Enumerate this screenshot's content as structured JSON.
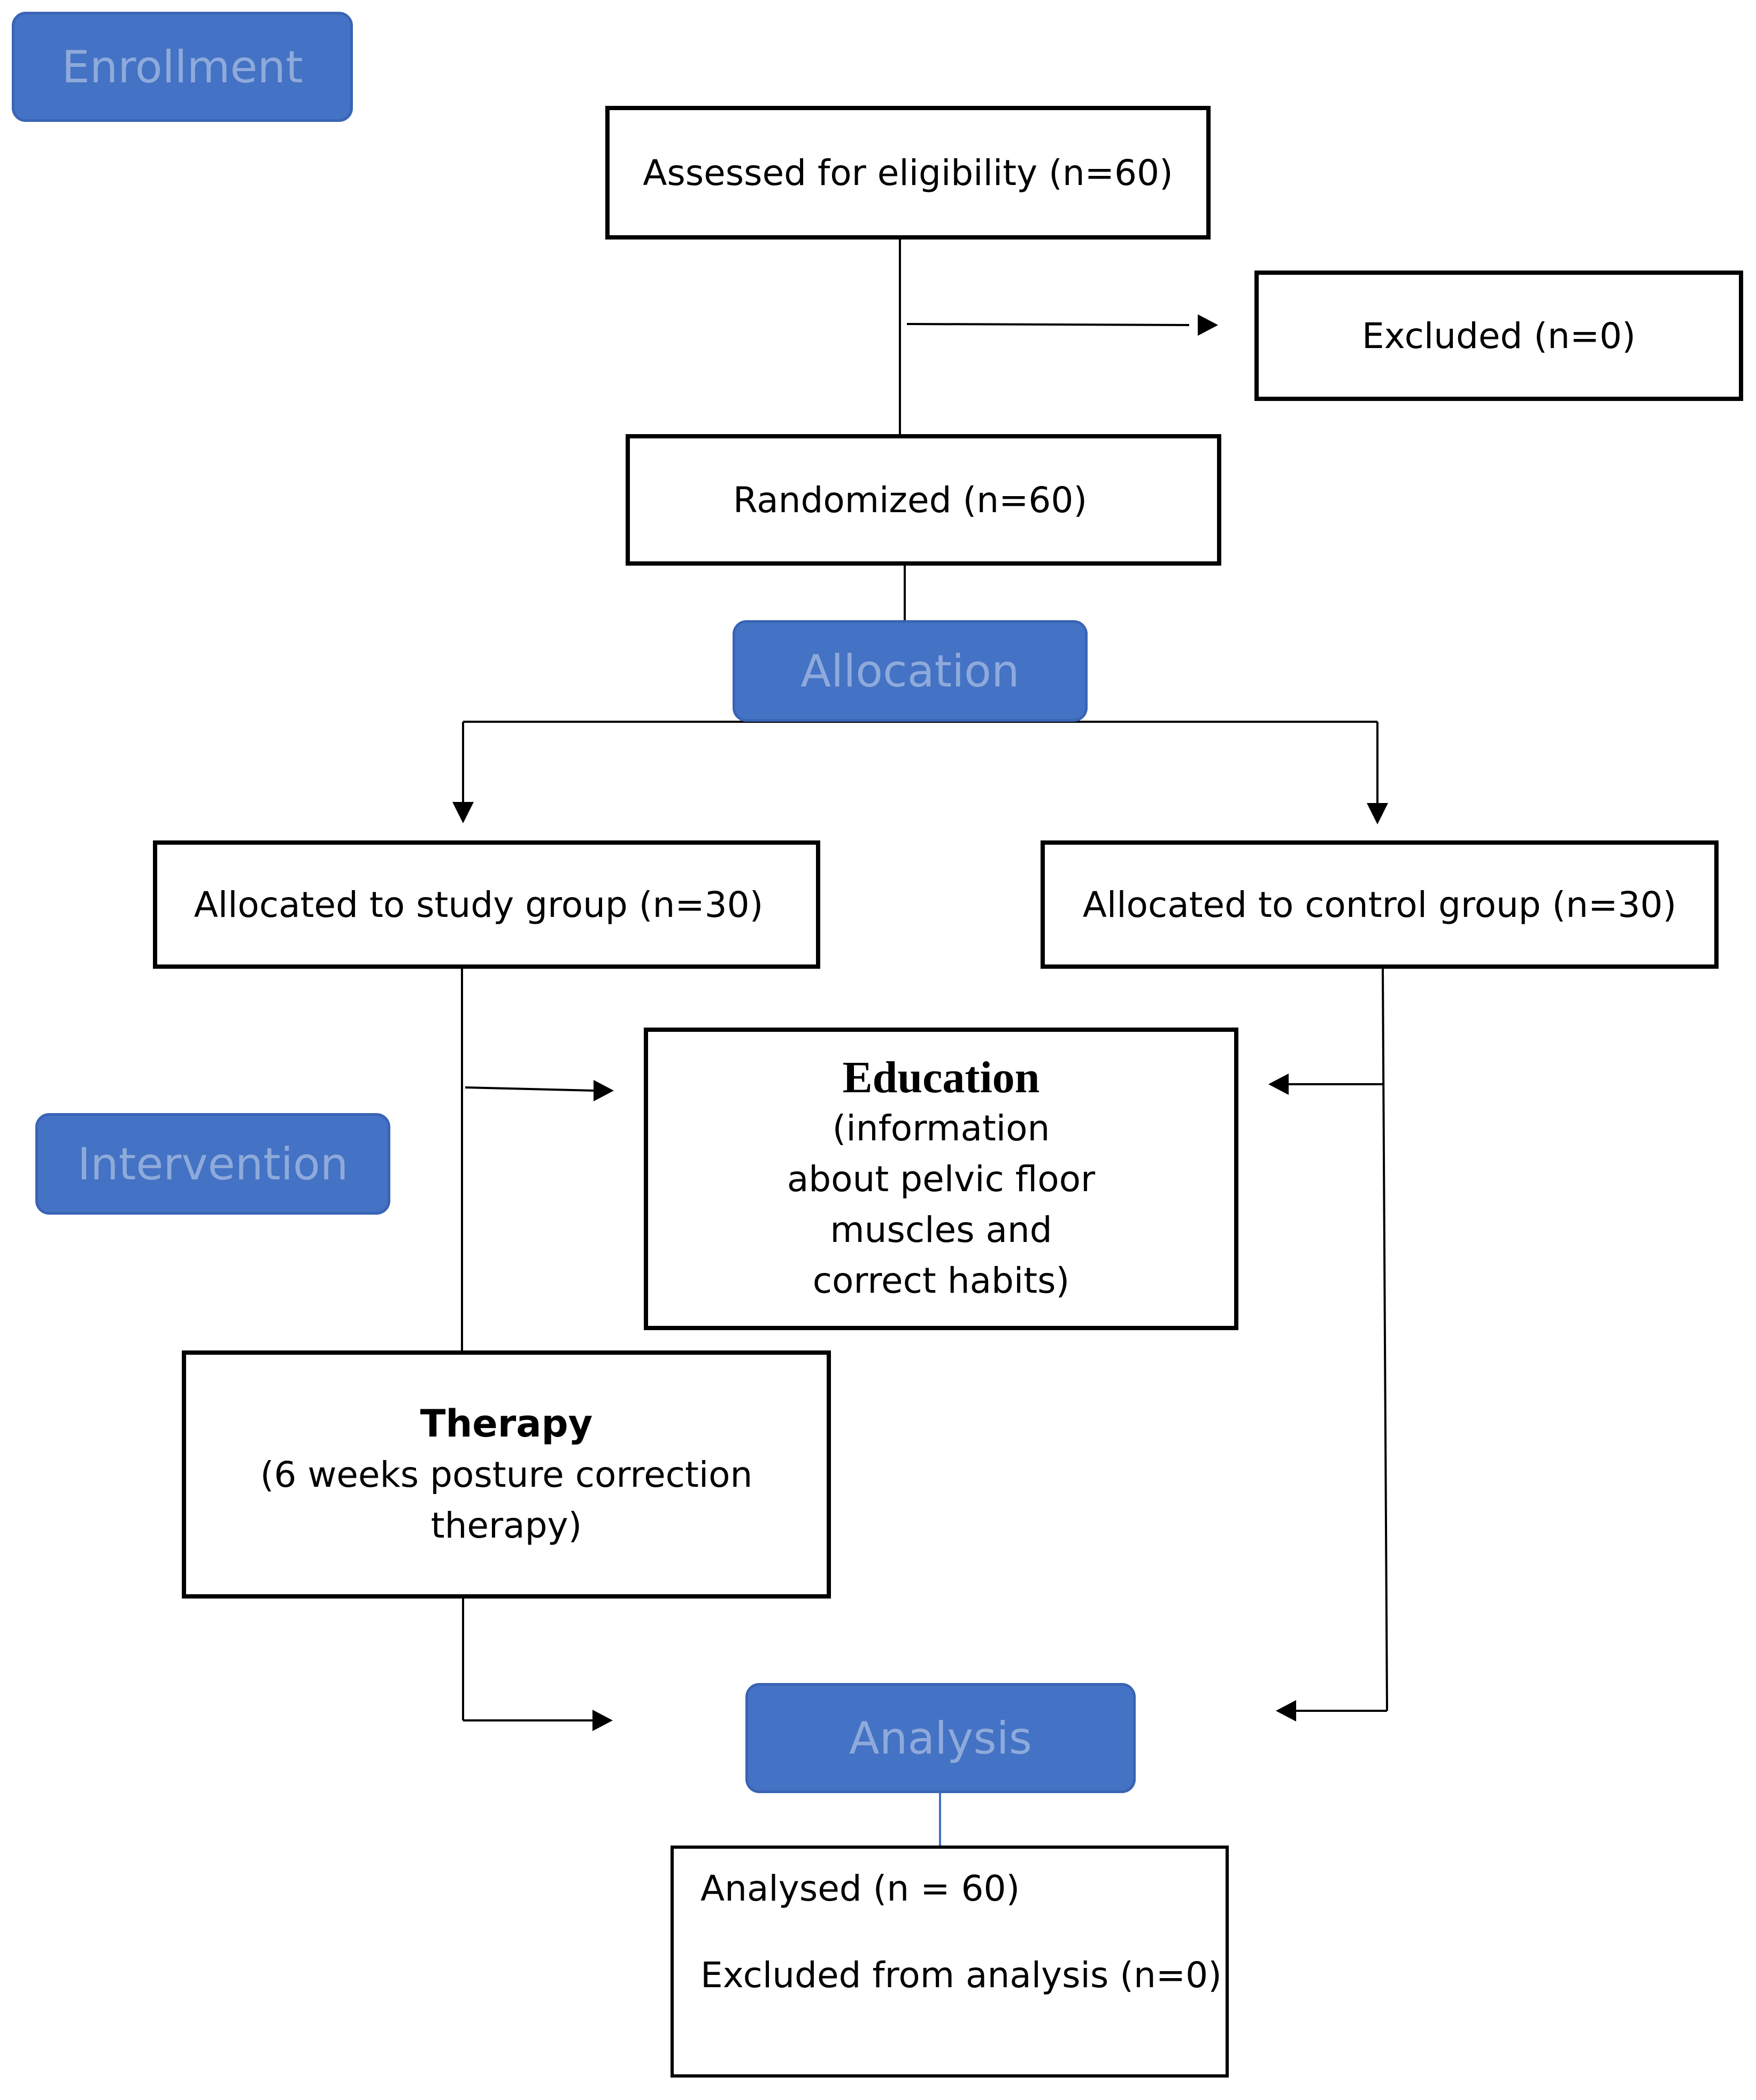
{
  "colors": {
    "stage_fill": "#4472c4",
    "stage_text": "#8eaadb",
    "stage_border": "#3a64b4",
    "box_border": "#000000",
    "line": "#000000",
    "analysis_line": "#4472c4"
  },
  "stages": {
    "enrollment": "Enrollment",
    "allocation": "Allocation",
    "intervention": "Intervention",
    "analysis": "Analysis"
  },
  "boxes": {
    "assessed": "Assessed for eligibility (n=60)",
    "excluded": "Excluded (n=0)",
    "randomized": "Randomized (n=60)",
    "study_group": "Allocated to study group (n=30)",
    "control_group": "Allocated to control group (n=30)",
    "education": {
      "title": "Education",
      "lines": [
        "(information",
        "about pelvic floor",
        "muscles and",
        "correct habits)"
      ]
    },
    "therapy": {
      "title": "Therapy",
      "lines": [
        "(6 weeks posture correction",
        "therapy)"
      ]
    },
    "analysed": {
      "line1": "Analysed (n = 60)",
      "line2": "Excluded from analysis (n=0)"
    }
  }
}
